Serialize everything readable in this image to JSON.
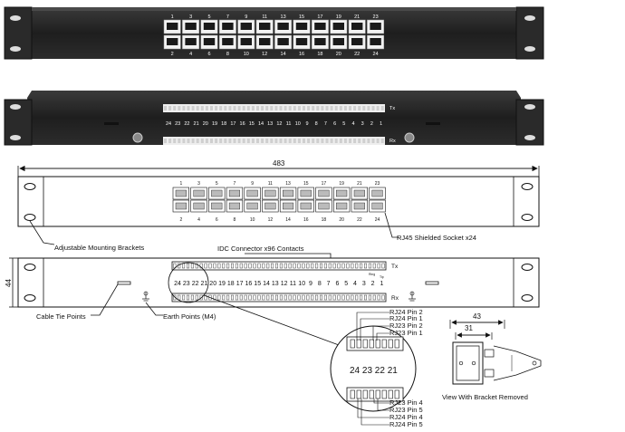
{
  "photo_front": {
    "top_numbers": [
      "1",
      "3",
      "5",
      "7",
      "9",
      "11",
      "13",
      "15",
      "17",
      "19",
      "21",
      "23"
    ],
    "bottom_numbers": [
      "2",
      "4",
      "6",
      "8",
      "10",
      "12",
      "14",
      "16",
      "18",
      "20",
      "22",
      "24"
    ]
  },
  "photo_rear": {
    "numbers": [
      "24",
      "23",
      "22",
      "21",
      "20",
      "19",
      "18",
      "17",
      "16",
      "15",
      "14",
      "13",
      "12",
      "11",
      "10",
      "9",
      "8",
      "7",
      "6",
      "5",
      "4",
      "3",
      "2",
      "1"
    ],
    "tx_label": "Tx",
    "rx_label": "Rx"
  },
  "drawing": {
    "width_dim": "483",
    "height_dim": "44",
    "front_top_numbers": [
      "1",
      "3",
      "5",
      "7",
      "9",
      "11",
      "13",
      "15",
      "17",
      "19",
      "21",
      "23"
    ],
    "front_bottom_numbers": [
      "2",
      "4",
      "6",
      "8",
      "10",
      "12",
      "14",
      "16",
      "18",
      "20",
      "22",
      "24"
    ],
    "rear_numbers": [
      "24",
      "23",
      "22",
      "21",
      "20",
      "19",
      "18",
      "17",
      "16",
      "15",
      "14",
      "13",
      "12",
      "11",
      "10",
      "9",
      "8",
      "7",
      "6",
      "5",
      "4",
      "3",
      "2",
      "1"
    ],
    "tx_label": "Tx",
    "rx_label": "Rx",
    "ring_label": "Ring",
    "tip_label": "Tip",
    "callout_brackets": "Adjustable Mounting Brackets",
    "callout_socket": "RJ45 Shielded Socket x24",
    "callout_idc": "IDC Connector x96 Contacts",
    "callout_cable_tie": "Cable Tie Points",
    "callout_earth": "Earth Points (M4)"
  },
  "detail": {
    "zoom_numbers": "24 23 22 21",
    "pins_top": [
      "RJ24 Pin 2",
      "RJ24 Pin 1",
      "RJ23 Pin 2",
      "RJ23 Pin 1"
    ],
    "pins_bottom": [
      "RJ23 Pin 4",
      "RJ23 Pin 5",
      "RJ24 Pin 4",
      "RJ24 Pin 5"
    ]
  },
  "side_view": {
    "dim_outer": "43",
    "dim_inner": "31",
    "caption": "View With Bracket Removed"
  }
}
